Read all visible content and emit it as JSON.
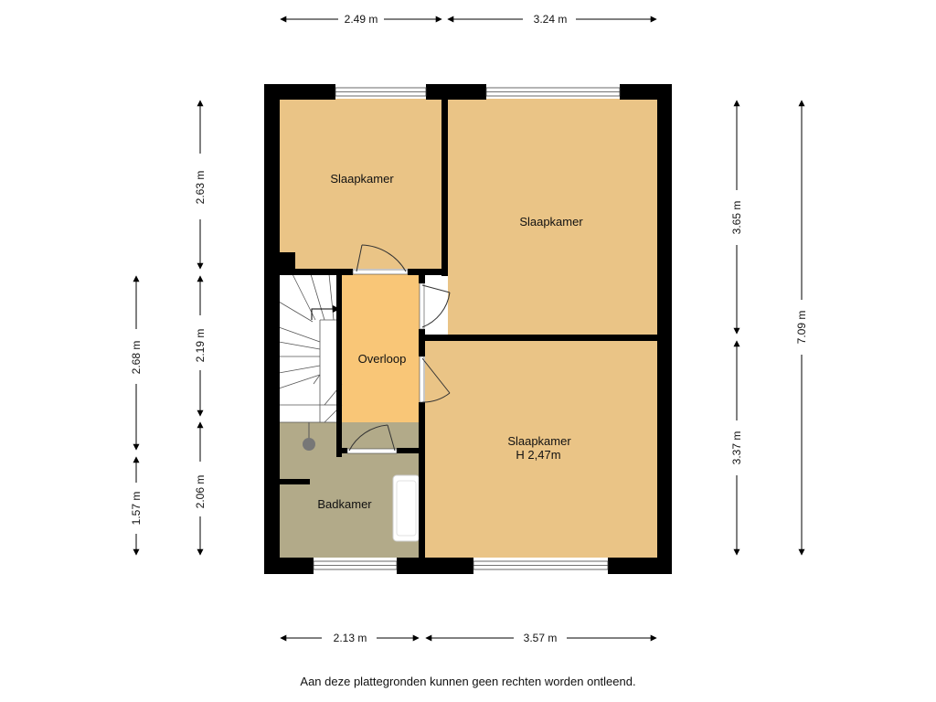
{
  "colors": {
    "bedroom": "#EAC486",
    "landing": "#F9C677",
    "bathroom": "#B2AA89",
    "stairs": "#FFFFFF",
    "wall": "#000000",
    "dimension": "#000000"
  },
  "dimensions": {
    "top_left": "2.49 m",
    "top_right": "3.24 m",
    "bottom_left": "2.13 m",
    "bottom_right": "3.57 m",
    "left_outer_upper": "2.68 m",
    "left_outer_lower": "1.57 m",
    "left_inner_top": "2.63 m",
    "left_inner_mid": "2.19 m",
    "left_inner_bottom": "2.06 m",
    "right_inner_top": "3.65 m",
    "right_inner_bottom": "3.37 m",
    "right_outer_total": "7.09 m"
  },
  "rooms": {
    "bedroom_top_left": "Slaapkamer",
    "bedroom_top_right": "Slaapkamer",
    "bedroom_bottom_right": "Slaapkamer",
    "bedroom_bottom_right_height": "H 2,47m",
    "landing": "Overloop",
    "bathroom": "Badkamer"
  },
  "icons": {
    "stairs": "staircase-icon",
    "door": "door-swing-icon",
    "window": "window-icon",
    "bathtub": "bathtub-icon",
    "toilet": "toilet-icon"
  },
  "disclaimer": "Aan deze plattegronden kunnen geen rechten worden ontleend."
}
